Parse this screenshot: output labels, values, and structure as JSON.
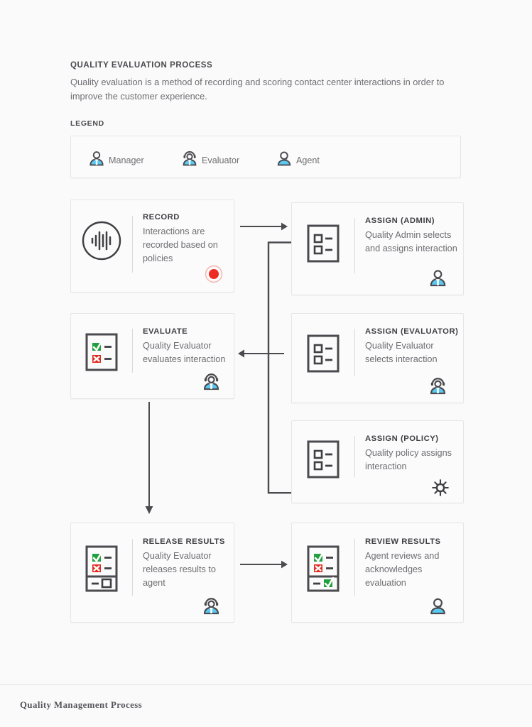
{
  "header": {
    "title": "QUALITY EVALUATION PROCESS",
    "description": "Quality evaluation is a method of recording and scoring contact center interactions in order to improve the customer experience."
  },
  "legend": {
    "label": "LEGEND",
    "items": [
      {
        "label": "Manager",
        "icon": "person-manager-icon"
      },
      {
        "label": "Evaluator",
        "icon": "person-evaluator-headset-icon"
      },
      {
        "label": "Agent",
        "icon": "person-agent-icon"
      }
    ]
  },
  "cards": [
    {
      "id": "record",
      "title": "RECORD",
      "description": "Interactions are recorded based on policies",
      "icon": "waveform-circle-icon",
      "badge": "record-dot-icon"
    },
    {
      "id": "assign-admin",
      "title": "ASSIGN (ADMIN)",
      "description": "Quality Admin selects and assigns interaction",
      "icon": "checklist-icon",
      "badge": "person-manager-icon"
    },
    {
      "id": "evaluate",
      "title": "EVALUATE",
      "description": "Quality Evaluator evaluates interaction",
      "icon": "checklist-scored-icon",
      "badge": "person-evaluator-headset-icon"
    },
    {
      "id": "assign-evaluator",
      "title": "ASSIGN (EVALUATOR)",
      "description": "Quality Evaluator selects interaction",
      "icon": "checklist-icon",
      "badge": "person-evaluator-headset-icon"
    },
    {
      "id": "assign-policy",
      "title": "ASSIGN (POLICY)",
      "description": "Quality policy assigns interaction",
      "icon": "checklist-icon",
      "badge": "gear-icon"
    },
    {
      "id": "release-results",
      "title": "RELEASE RESULTS",
      "description": "Quality Evaluator releases results to agent",
      "icon": "checklist-release-icon",
      "badge": "person-evaluator-headset-icon"
    },
    {
      "id": "review-results",
      "title": "REVIEW RESULTS",
      "description": "Agent reviews and acknowledges evaluation",
      "icon": "checklist-acknowledged-icon",
      "badge": "person-agent-icon"
    }
  ],
  "connectors": [
    {
      "name": "record-to-assign-admin",
      "type": "arrow-right"
    },
    {
      "name": "assign-branch-to-evaluate",
      "type": "arrow-left"
    },
    {
      "name": "assign-trunk-vertical",
      "type": "line-vertical"
    },
    {
      "name": "evaluate-to-release-results",
      "type": "arrow-down"
    },
    {
      "name": "release-to-review-results",
      "type": "arrow-right"
    }
  ],
  "footer": {
    "text": "Quality Management Process"
  },
  "colors": {
    "page_background": "#fafafa",
    "card_background": "#fbfbfb",
    "card_border": "#e6e6e6",
    "title_text": "#3f3f44",
    "body_text": "#6e6e73",
    "icon_stroke": "#4a4a4f",
    "person_accent": "#5bc8f0",
    "record_red": "#ee2b23",
    "check_green": "#22a040",
    "cross_red": "#e02b20",
    "connector": "#4a4a4f"
  }
}
